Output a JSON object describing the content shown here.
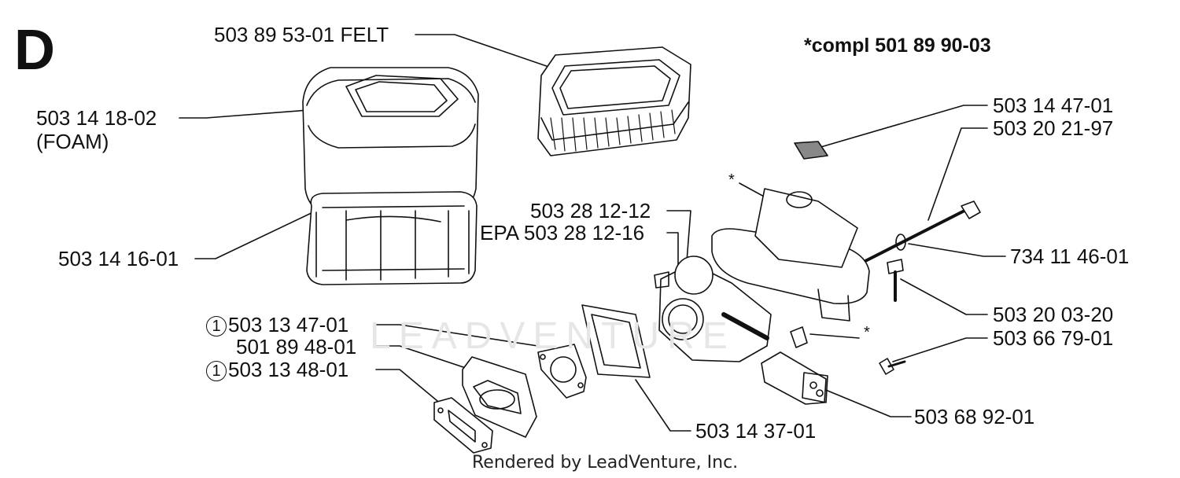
{
  "diagram": {
    "section_letter": "D",
    "kit_note": "*compl 501 89 90-03",
    "footer": "Rendered by LeadVenture, Inc.",
    "watermark": "LEADVENTURE",
    "asterisk": "*",
    "labels": {
      "felt": "503 89 53-01 FELT",
      "foam_part": "503 14 18-02",
      "foam_note": "(FOAM)",
      "frame": "503 14 16-01",
      "p_147": "503 14 47-01",
      "p_2021": "503 20 21-97",
      "carb": "503 28 12-12",
      "carb_epa": "EPA 503 28 12-16",
      "p_7341": "734 11 46-01",
      "p_2003": "503 20 03-20",
      "p_6679": "503 66 79-01",
      "p_1347": "503 13 47-01",
      "p_8948": "501 89 48-01",
      "p_1348": "503 13 48-01",
      "p_1437": "503 14 37-01",
      "p_6892": "503 68 92-01",
      "circle_one": "1"
    }
  }
}
